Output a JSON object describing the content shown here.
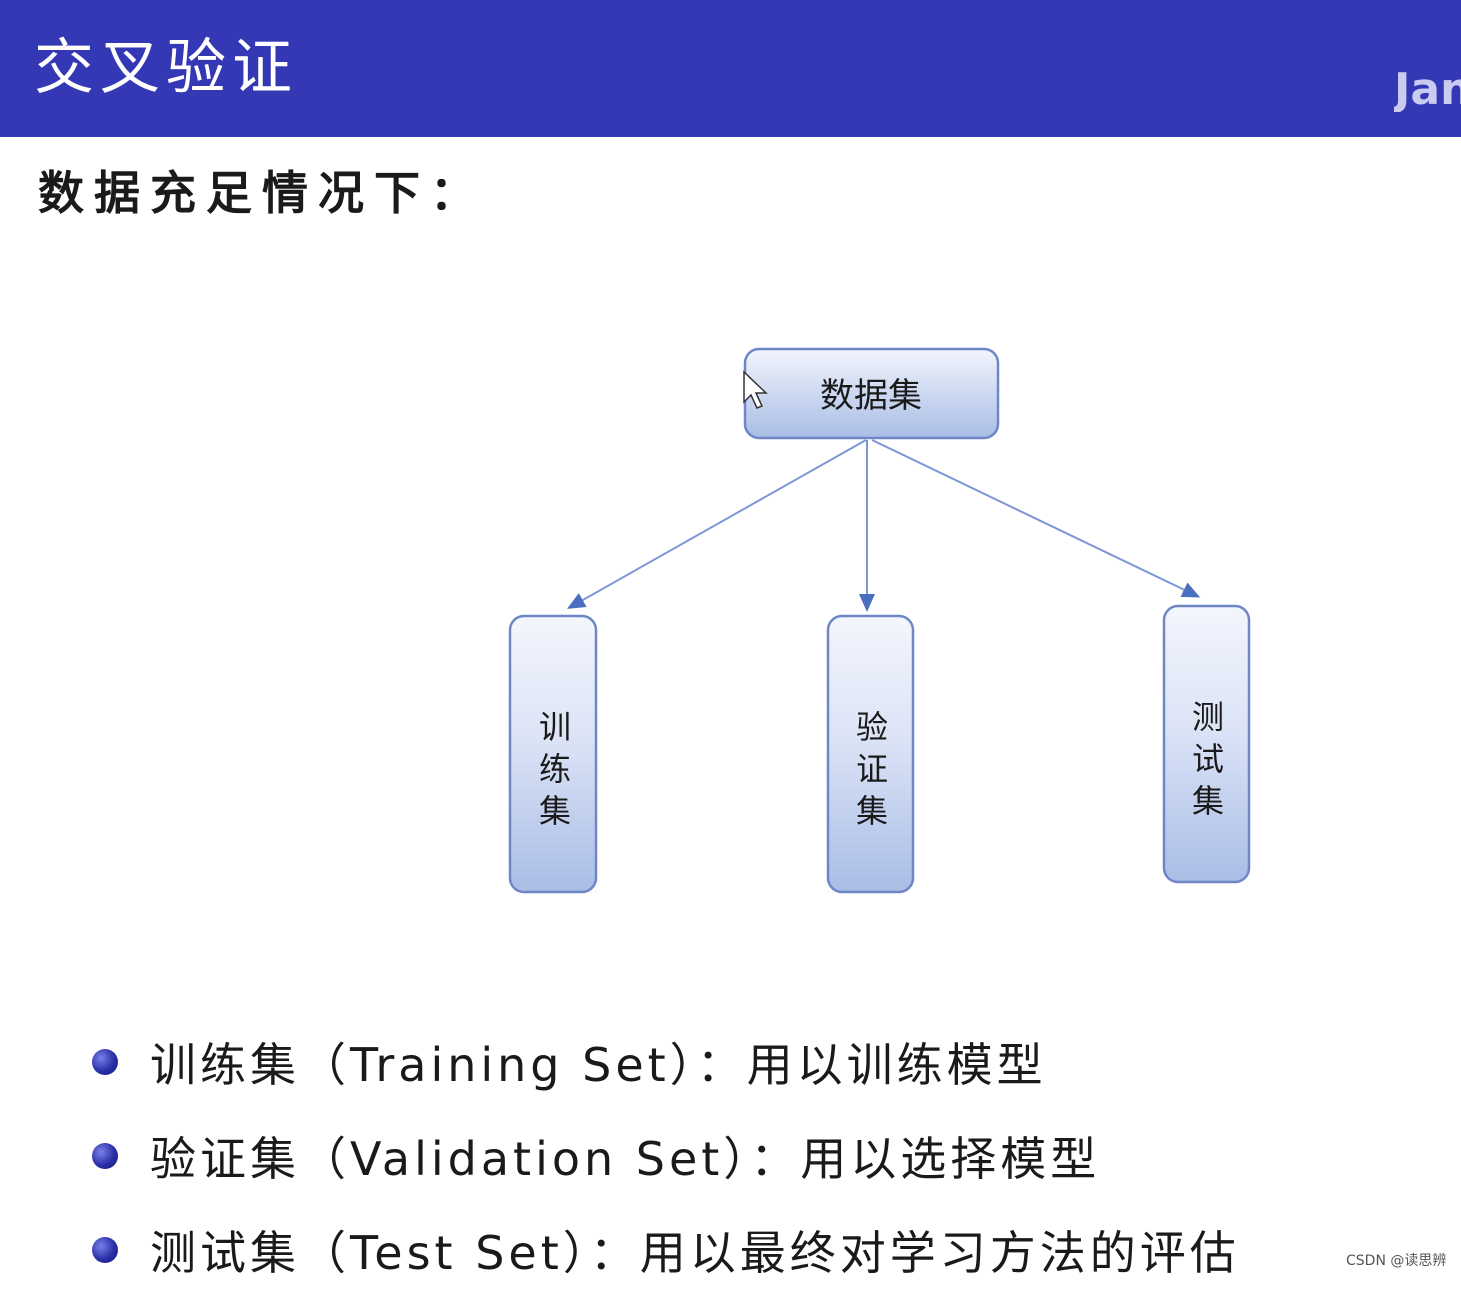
{
  "header": {
    "title": "交叉验证",
    "author_fragment": "Jan",
    "background_color": "#3438b4"
  },
  "subtitle": "数据充足情况下：",
  "diagram": {
    "root": {
      "label": "数据集"
    },
    "children": [
      {
        "label": "训练集"
      },
      {
        "label": "验证集"
      },
      {
        "label": "测试集"
      }
    ],
    "node_color": "#c9d6f2",
    "arrow_color": "#4a6fc0"
  },
  "bullets": [
    {
      "text": "训练集（Training Set）：用以训练模型"
    },
    {
      "text": "验证集（Validation Set）：用以选择模型"
    },
    {
      "text": "测试集（Test Set）：用以最终对学习方法的评估"
    }
  ],
  "watermark": "CSDN @读思辨"
}
